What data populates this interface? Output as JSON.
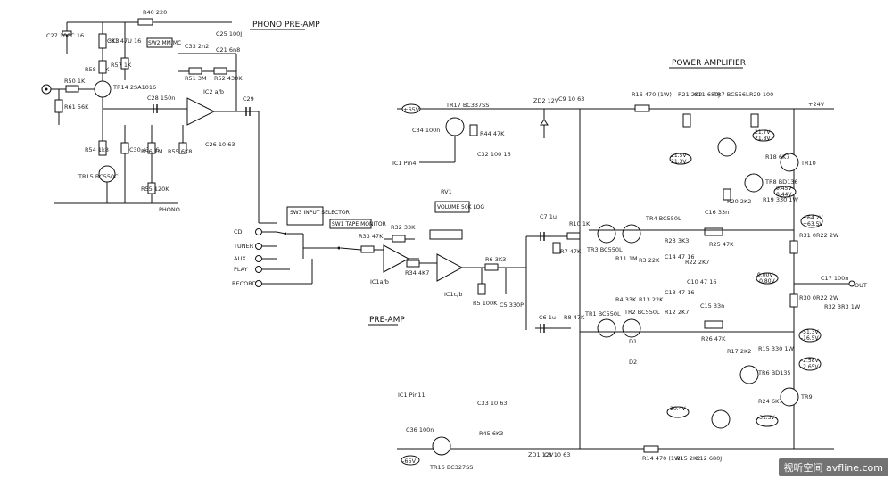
{
  "sections": {
    "phono": "PHONO PRE-AMP",
    "power": "POWER AMPLIFIER",
    "preamp": "PRE-AMP",
    "phono_out": "PHONO"
  },
  "phono": {
    "c27": "C27 100C 16",
    "r40": "R40 220",
    "r53": "3K3",
    "r58": "R58 56K",
    "r50": "R50 1K",
    "r61": "R61 56K",
    "tr14": "TR14 2SA1016",
    "c31": "C31 47U 16",
    "r57": "R57 1K",
    "sw2": "SW2 MM/MC",
    "c33": "C33 2n2",
    "c25": "C25 100J",
    "c21": "C21 6n8",
    "r51": "R51 3M",
    "r52": "R52 430K",
    "c28": "C28 150n",
    "ic2": "IC2 a/b",
    "c29": "C29",
    "r54": "R54 1k8",
    "c30": "C30 47 16",
    "r56": "R56 1M",
    "r55_top": "R55 6K8",
    "c26": "C26 10 63",
    "tr15": "TR15 BC550C",
    "r55": "R55 120K"
  },
  "inputs": {
    "items": [
      "CD",
      "TUNER",
      "AUX",
      "PLAY",
      "RECORD"
    ],
    "sw3": "SW3 INPUT SELECTOR",
    "sw1": "SW1 TAPE MONITOR"
  },
  "preamp": {
    "r32": "R32 33K",
    "r33": "R33 47K",
    "rv1": "RV1",
    "volume": "VOLUME 50K LOG",
    "ic1a": "IC1a/b",
    "r34": "R34 4K7",
    "ic1b": "IC1c/b",
    "r6": "R6 3K3",
    "r5": "R5 100K",
    "c5": "C5 330P"
  },
  "power": {
    "plus65v": "+65V",
    "minus65v": "-65V",
    "tr17": "TR17 BC337SS",
    "c34": "C34 100n",
    "r44": "R44 47K",
    "c32": "C32 100 16",
    "ic1_pin4": "IC1 Pin4",
    "ic1_pin11": "IC1 Pin11",
    "zd2": "ZD2 12V",
    "c9": "C9 10 63",
    "r16": "R16 470 (1W)",
    "r21": "R21 2K2",
    "c11": "C11 680J",
    "tr7": "TR7 BC556L",
    "r29": "R29 100",
    "v24": "+24V",
    "tr10": "TR10",
    "tr8": "TR8 BD136",
    "r18": "R18 6K7",
    "r19": "R19 330 1W",
    "r20": "R20 2K2",
    "c7": "C7 1u",
    "r10": "R10 1K",
    "r7": "R7 47K",
    "tr3": "TR3 BC550L",
    "tr4": "TR4 BC550L",
    "r11": "R11 1M",
    "r3": "R3 22K",
    "r23": "R23 3K3",
    "c14": "C14 47 16",
    "r22": "R22 2K7",
    "c16": "C16 33n",
    "r25": "R25 47K",
    "r31": "R31 0R22 2W",
    "c17": "C17 100n",
    "r30": "R30 0R22 2W",
    "r32o": "R32 3R3 1W",
    "out": "OUT",
    "r4": "R4 33K",
    "r13": "R13 22K",
    "c13": "C13 47 16",
    "r12": "R12 2K7",
    "c10": "C10 47 16",
    "c6": "C6 1u",
    "r8": "R8 47K",
    "tr1": "TR1 BC550L",
    "tr2": "TR2 BC550L",
    "d1": "D1",
    "d2": "D2",
    "c15": "C15 33n",
    "r26": "R26 47K",
    "r17": "R17 2K2",
    "r15": "R15 330 1W",
    "tr6": "TR6 BD135",
    "r24": "R24 6K7",
    "tr9": "TR9",
    "ic1_bot": "IC1 Pin11",
    "c36": "C36 100n",
    "tr16": "TR16 BC327SS",
    "c33b": "C33 10 63",
    "r45": "R45 6K3",
    "zd1": "ZD1 12V",
    "c8": "C8 10 63",
    "r14": "R14 470 (1W)",
    "r15b": "R15 2K2",
    "c12": "C12 680J",
    "v_annot": [
      "21.7V",
      "21.8V",
      "21.5V",
      "21.3V",
      "0.45V",
      "0.44V",
      "0.46V",
      "+64.2V",
      "+63.5V",
      "0.00V",
      "-0.80V",
      "-51.3V",
      "-16.5V",
      "-2.58V",
      "-2.65V",
      "-20.4V",
      "-31.3V"
    ]
  },
  "watermark": "视听空间 avfline.com"
}
